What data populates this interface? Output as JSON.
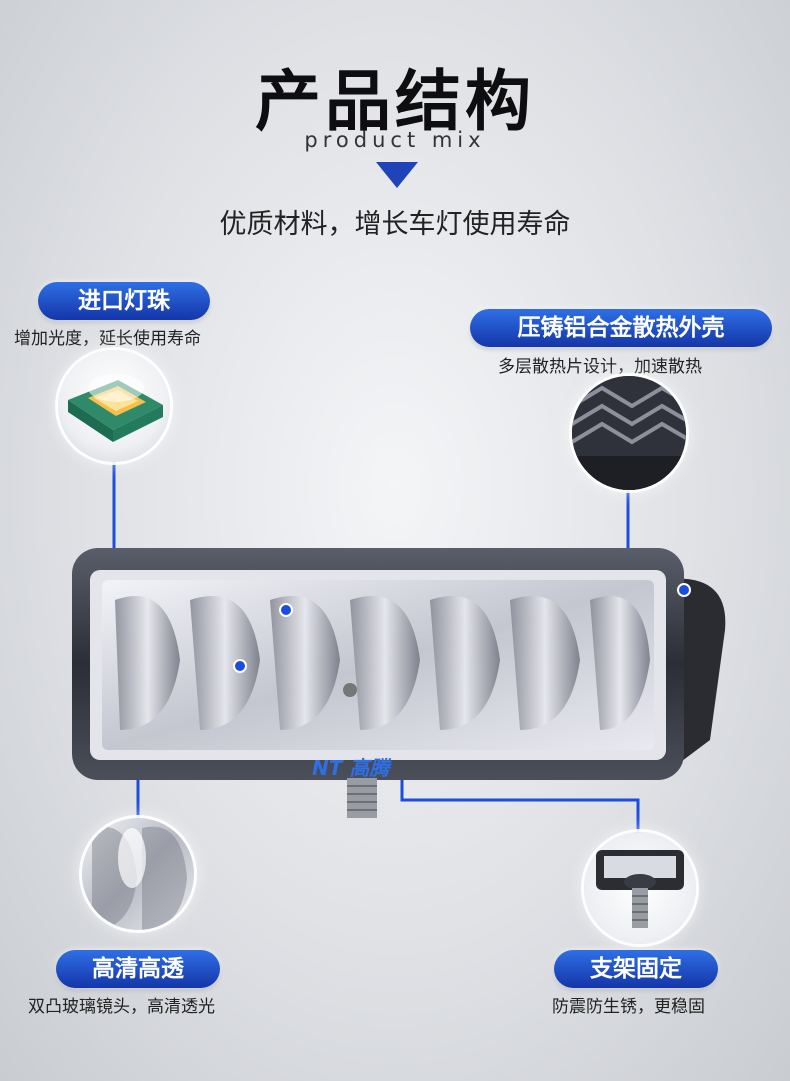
{
  "header": {
    "title": "产品结构",
    "subtitle": "product mix",
    "tagline": "优质材料，增长车灯使用寿命"
  },
  "features": {
    "led": {
      "label": "进口灯珠",
      "desc": "增加光度，延长使用寿命"
    },
    "housing": {
      "label": "压铸铝合金散热外壳",
      "desc": "多层散热片设计，加速散热"
    },
    "lens": {
      "label": "高清高透",
      "desc": "双凸玻璃镜头，高清透光"
    },
    "mount": {
      "label": "支架固定",
      "desc": "防震防生锈，更稳固"
    }
  },
  "logo": {
    "text": "NT 高腾"
  },
  "colors": {
    "accent": "#1f43b8",
    "pill": "#1c4de0"
  }
}
